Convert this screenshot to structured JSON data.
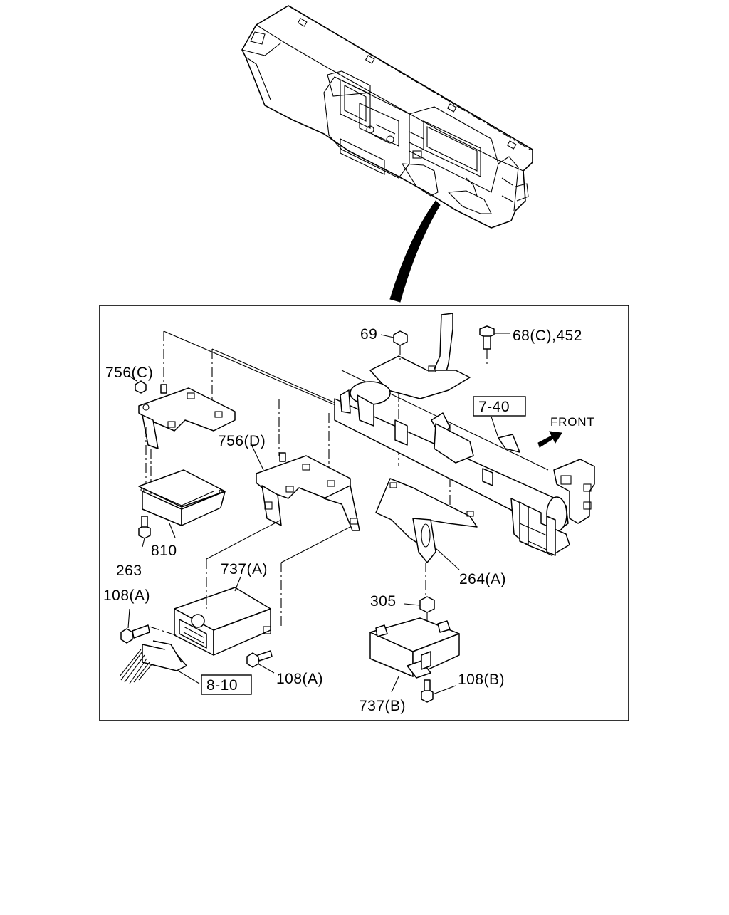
{
  "labels": {
    "p69": "69",
    "p68c452": "68(C),452",
    "p756c": "756(C)",
    "p756d": "756(D)",
    "ref740": "7-40",
    "front": "FRONT",
    "p810": "810",
    "p263": "263",
    "p737a": "737(A)",
    "p264a": "264(A)",
    "p108a_left": "108(A)",
    "p305": "305",
    "p108a_right": "108(A)",
    "p108b": "108(B)",
    "ref810b": "8-10",
    "p737b": "737(B)"
  }
}
